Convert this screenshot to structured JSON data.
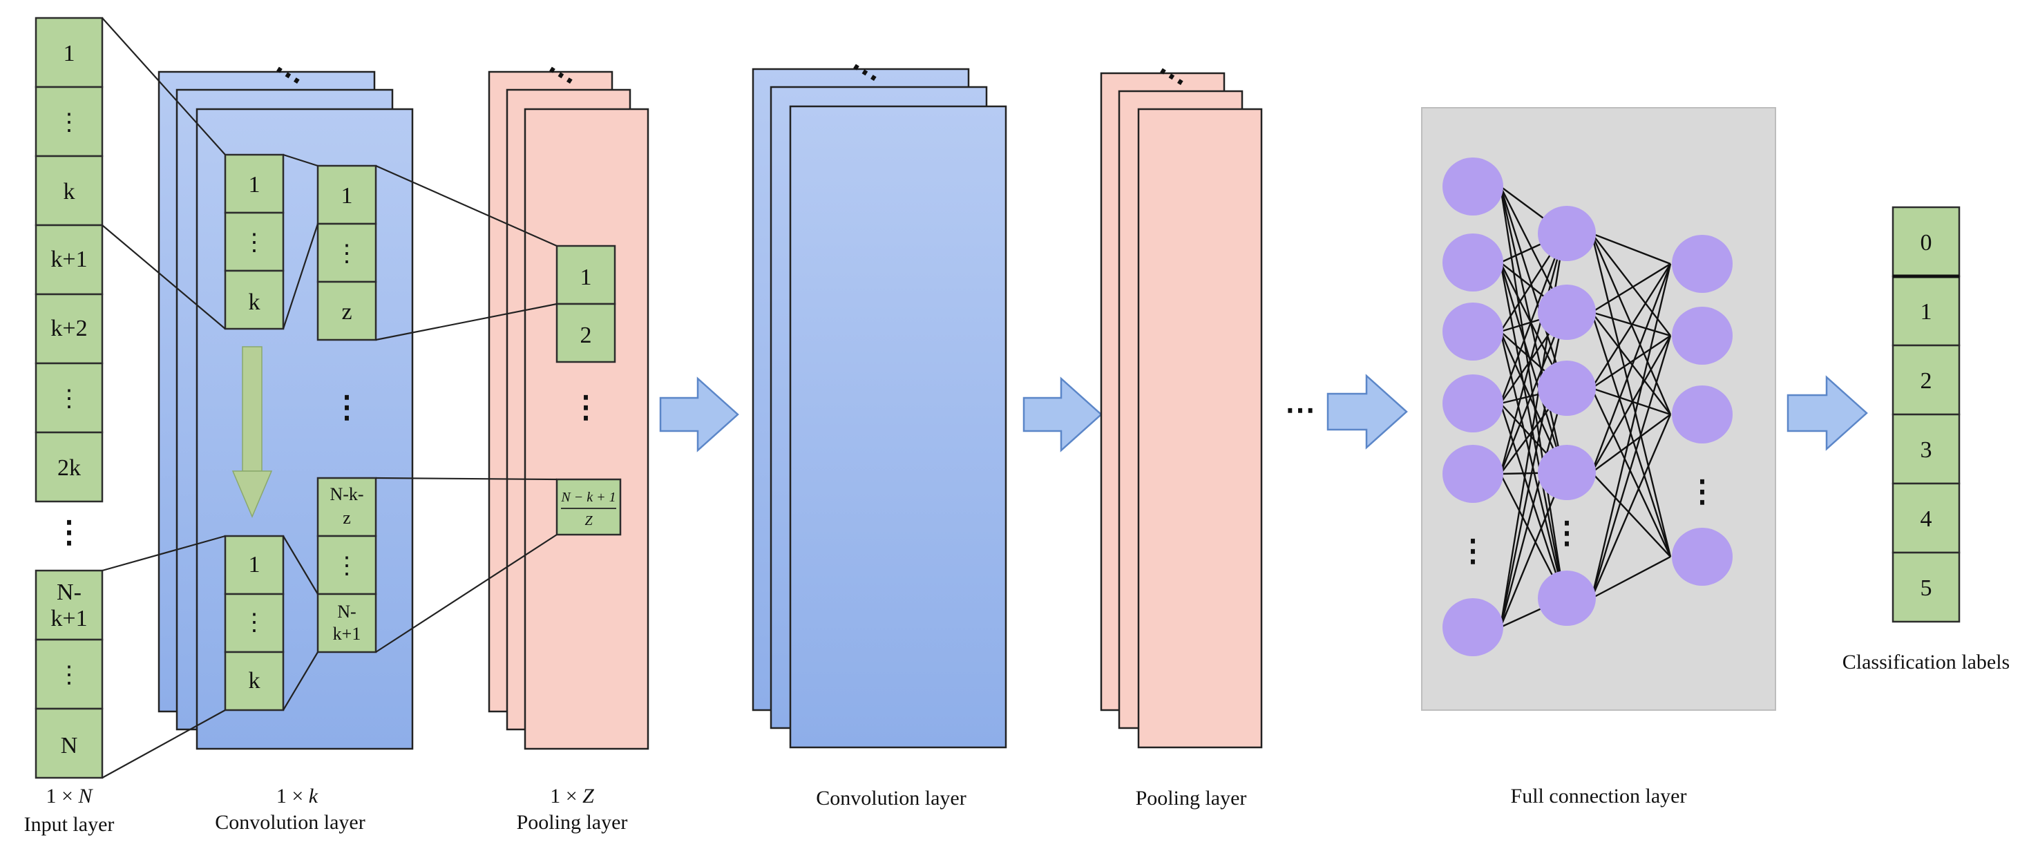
{
  "input_layer": {
    "cells_top": [
      "1",
      "⋮",
      "k",
      "k+1",
      "k+2",
      "⋮",
      "2k"
    ],
    "cells_bottom": [
      "N-",
      "k+1",
      "⋮",
      "N"
    ],
    "dots": "⋮",
    "dim_prefix": "1 × ",
    "dim_var": "N",
    "name": "Input  layer"
  },
  "conv_layer_1": {
    "kernel_top": [
      "1",
      "⋮",
      "k"
    ],
    "kernel_bottom": [
      "1",
      "⋮",
      "k"
    ],
    "output_top": [
      "1",
      "⋮",
      "z"
    ],
    "output_bottom": [
      "N-k-",
      "z",
      "⋮",
      "N-",
      "k+1"
    ],
    "dots": "⋮",
    "stack_dots": "⋯",
    "dim_prefix": "1 × ",
    "dim_var": "k",
    "name": "Convolution layer"
  },
  "pool_layer_1": {
    "cells_top": [
      "1",
      "2"
    ],
    "frac_num": "N − k + 1",
    "frac_den": "Z",
    "dots": "⋮",
    "stack_dots": "⋯",
    "dim_prefix": "1 × ",
    "dim_var": "Z",
    "name": "Pooling  layer"
  },
  "conv_layer_2": {
    "name": "Convolution layer",
    "stack_dots": "⋯"
  },
  "pool_layer_2": {
    "name": "Pooling layer",
    "stack_dots": "⋯"
  },
  "ellipsis": "⋯",
  "fc_layer": {
    "name": "Full connection layer",
    "dots": "⋮"
  },
  "labels": {
    "values": [
      "0",
      "1",
      "2",
      "3",
      "4",
      "5"
    ],
    "name": "Classification labels"
  },
  "colors": {
    "cell": "#b5d49c",
    "conv": "#9fbbee",
    "pool": "#f9cfc6",
    "neuron": "#b39ef0",
    "fc_bg": "#d9d9d9",
    "arrow": "#a8c4f0"
  }
}
